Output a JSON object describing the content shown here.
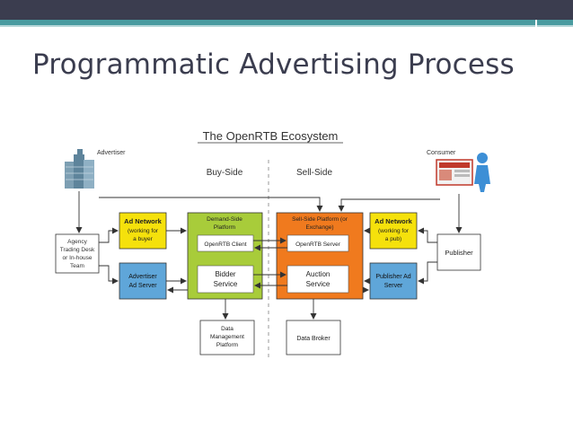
{
  "slide": {
    "title": "Programmatic Advertising Process"
  },
  "colors": {
    "yellow": "#f5e10c",
    "green": "#a8cc3a",
    "orange": "#f07a1e",
    "blue": "#5fa6d9",
    "teal_bar": "#4a9ba0",
    "dark_bar": "#3b3d4f"
  },
  "diagram": {
    "heading": "The OpenRTB Ecosystem",
    "buy_side": "Buy-Side",
    "sell_side": "Sell-Side",
    "advertiser": "Advertiser",
    "consumer": "Consumer",
    "agency": [
      "Agency",
      "Trading Desk",
      "or In-house",
      "Team"
    ],
    "ad_network_buyer": {
      "title": "Ad Network",
      "sub": [
        "(working for",
        "a buyer"
      ]
    },
    "dsp": {
      "title": [
        "Demand-Side",
        "Platform"
      ],
      "client": "OpenRTB Client"
    },
    "ssp": {
      "title": [
        "Sell-Side Platform (or",
        "Exchange)"
      ],
      "server": "OpenRTB Server"
    },
    "ad_network_pub": {
      "title": "Ad Network",
      "sub": [
        "(working for",
        "a pub)"
      ]
    },
    "publisher": "Publisher",
    "advertiser_ad_server": [
      "Advertiser",
      "Ad Server"
    ],
    "bidder": [
      "Bidder",
      "Service"
    ],
    "auction": [
      "Auction",
      "Service"
    ],
    "publisher_ad_server": [
      "Publisher Ad",
      "Server"
    ],
    "dmp": [
      "Data",
      "Management",
      "Platform"
    ],
    "data_broker": "Data Broker"
  }
}
